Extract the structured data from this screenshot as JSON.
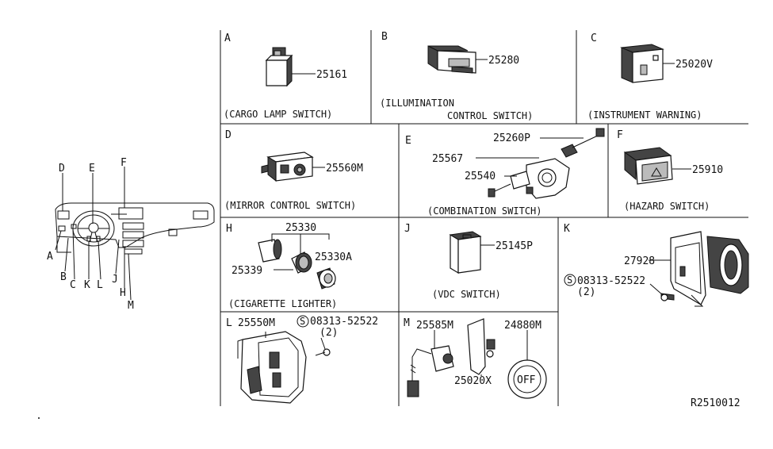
{
  "overview": {
    "labels": {
      "a": "A",
      "b": "B",
      "c": "C",
      "d": "D",
      "e": "E",
      "f": "F",
      "h": "H",
      "j": "J",
      "k": "K",
      "l": "L",
      "m": "M"
    }
  },
  "panels": {
    "a": {
      "letter": "A",
      "part": "25161",
      "caption": "(CARGO LAMP SWITCH)"
    },
    "b": {
      "letter": "B",
      "part": "25280",
      "caption1": "(ILLUMINATION",
      "caption2": "CONTROL SWITCH)"
    },
    "c": {
      "letter": "C",
      "part": "25020V",
      "caption": "(INSTRUMENT WARNING)"
    },
    "d": {
      "letter": "D",
      "part": "25560M",
      "caption": "(MIRROR CONTROL SWITCH)"
    },
    "e": {
      "letter": "E",
      "part1": "25260P",
      "part2": "25567",
      "part3": "25540",
      "caption": "(COMBINATION  SWITCH)"
    },
    "f": {
      "letter": "F",
      "part": "25910",
      "caption": "(HAZARD SWITCH)"
    },
    "h": {
      "letter": "H",
      "part1": "25330",
      "part2": "25330A",
      "part3": "25339",
      "caption": "(CIGARETTE  LIGHTER)"
    },
    "j": {
      "letter": "J",
      "part": "25145P",
      "caption": "(VDC SWITCH)"
    },
    "k": {
      "letter": "K",
      "part1": "27928",
      "bolt_symbol": "S",
      "bolt": "08313-52522",
      "qty": "(2)"
    },
    "l": {
      "letter": "L",
      "part": "25550M",
      "bolt_symbol": "S",
      "bolt": "08313-52522",
      "qty": "(2)"
    },
    "m": {
      "letter": "M",
      "part1": "25585M",
      "part2": "24880M",
      "part3": "25020X",
      "button_text": "OFF"
    }
  },
  "ref_code": "R2510012"
}
